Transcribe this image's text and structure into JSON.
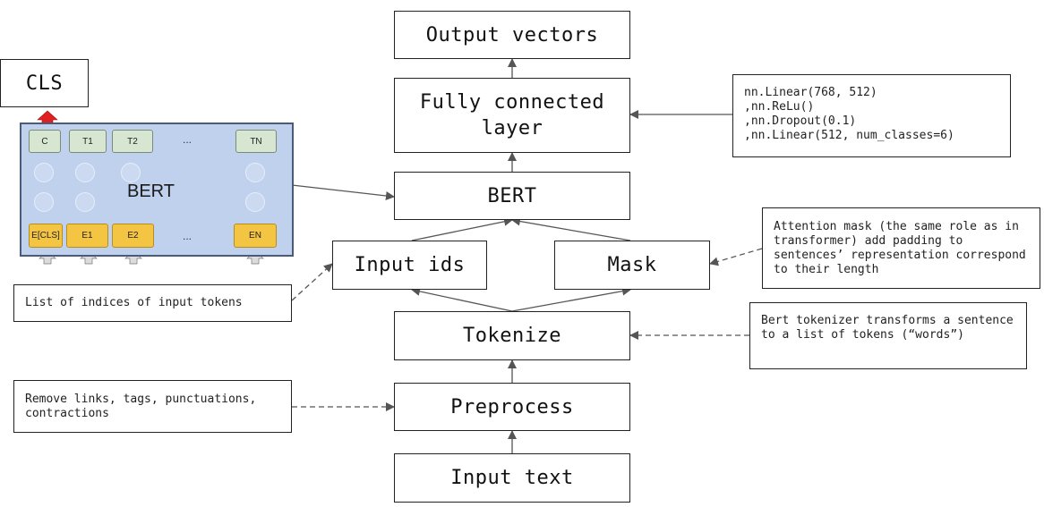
{
  "pipeline": {
    "output": "Output vectors",
    "fc": "Fully connected layer",
    "bert": "BERT",
    "input_ids": "Input ids",
    "mask": "Mask",
    "tokenize": "Tokenize",
    "preprocess": "Preprocess",
    "input_text": "Input text"
  },
  "notes": {
    "fc_code": "nn.Linear(768, 512)\n,nn.ReLu()\n,nn.Dropout(0.1)\n,nn.Linear(512, num_classes=6)",
    "attention_mask": "Attention mask (the same role as in transformer) add padding to sentences’ representation correspond to their length",
    "input_ids": "List of indices of input tokens",
    "tokenizer": "Bert tokenizer transforms a sentence to a list of tokens (“words”)",
    "preprocess": "Remove links, tags, punctuations, contractions"
  },
  "bert_figure": {
    "cls_label": "CLS",
    "model_label": "BERT",
    "top_tokens": [
      "C",
      "T1",
      "T2",
      "...",
      "TN"
    ],
    "bottom_tokens": [
      "E[CLS]",
      "E1",
      "E2",
      "...",
      "EN"
    ]
  },
  "colors": {
    "panel": "#c0d1ee",
    "output_token": "#d6e6d0",
    "input_embedding": "#f4c542",
    "cls_arrow": "#e02020",
    "arrow": "#555555"
  }
}
